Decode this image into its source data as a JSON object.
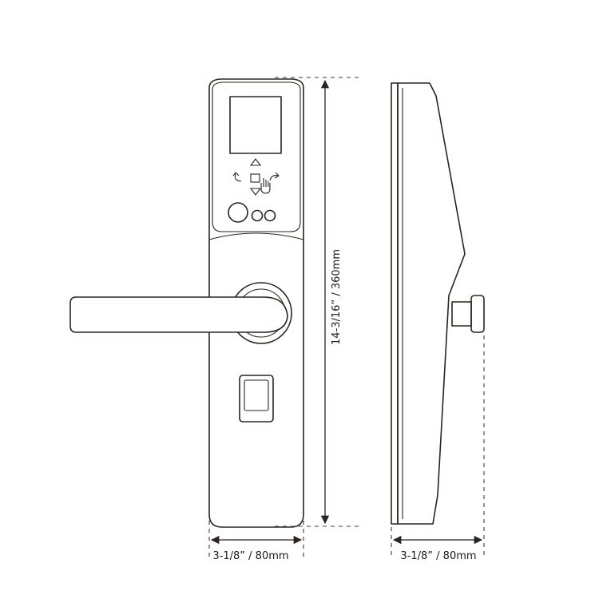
{
  "dimensions": {
    "height_label": "14-3/16” / 360mm",
    "front_width_label": "3-1/8” / 80mm",
    "side_depth_label": "3-1/8” / 80mm"
  },
  "icons": {
    "keypad": [
      "up-arrow-icon",
      "down-arrow-icon",
      "square-icon",
      "return-arrow-icon",
      "touch-hand-icon"
    ],
    "sensors": [
      "fingerprint-sensor-icon",
      "indicator-light-icon",
      "indicator-light-icon"
    ]
  },
  "colors": {
    "line": "#2b2320",
    "dimension_line": "#3a3a3a",
    "background": "#ffffff"
  }
}
